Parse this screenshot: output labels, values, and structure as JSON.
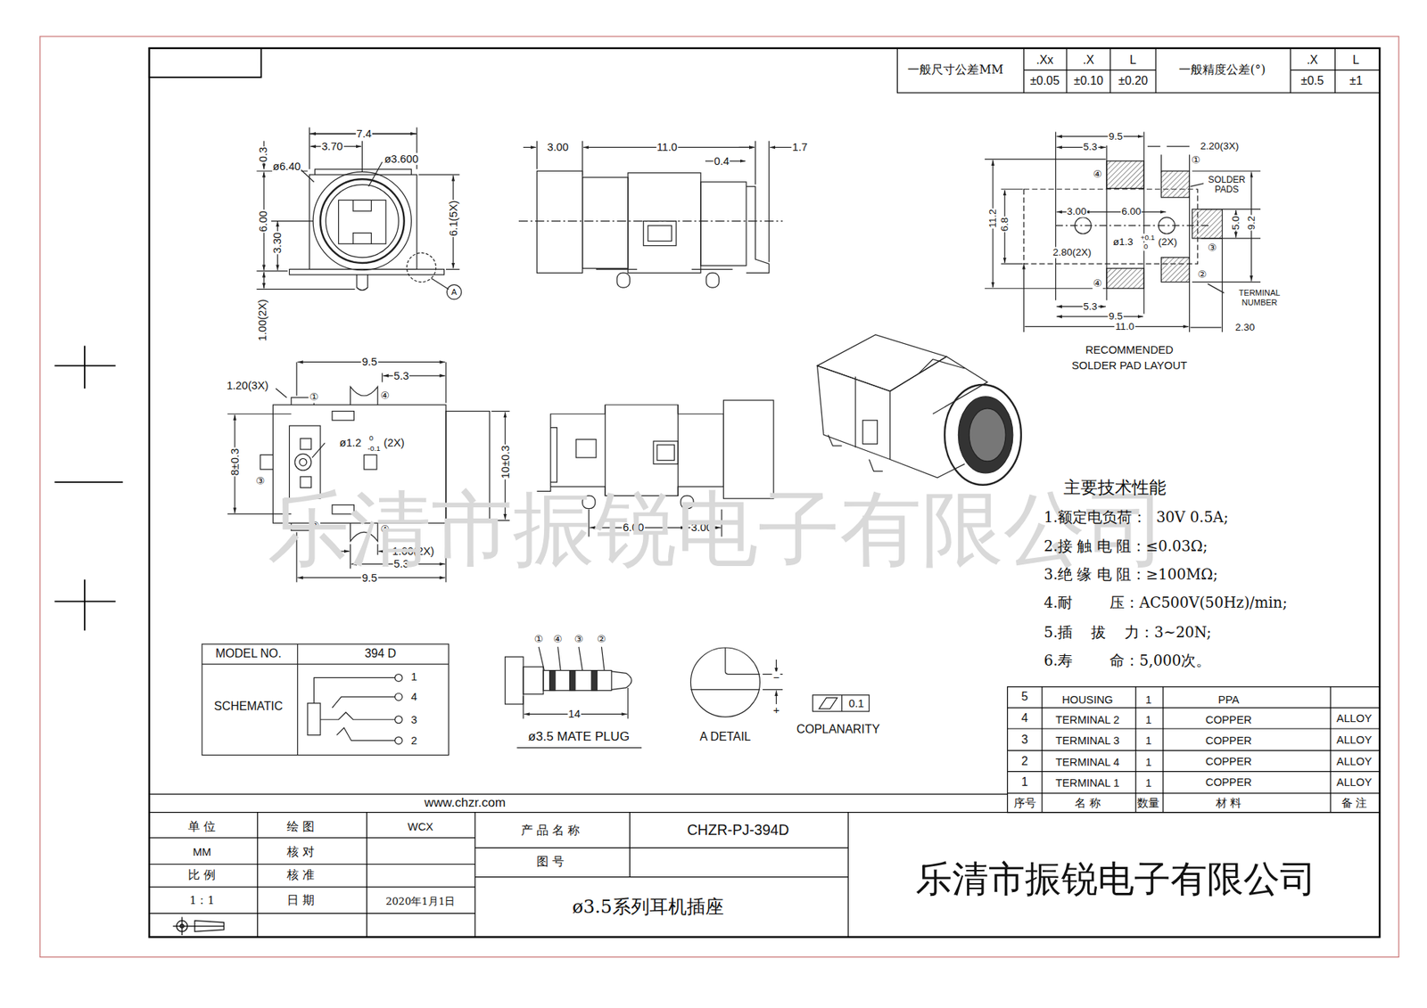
{
  "diagram": {
    "labels": [
      "一般尺寸公差MM",
      ".Xx",
      "±0.05",
      ".X",
      "±0.10",
      "L",
      "±0.20",
      "一般精度公差(°)",
      ".X",
      "±0.5",
      "L",
      "±1",
      "7.4",
      "3.70",
      "ø3.600",
      "ø6.40",
      "0.3",
      "6.00",
      "3.30",
      "6.1(5X)",
      "A",
      "1.00(2X)",
      "3.00",
      "11.0",
      "0.4",
      "1.7",
      "9.5",
      "5.3",
      "2.20(3X)",
      "①",
      "SOLDER PADS",
      "④",
      "3.00",
      "6.00",
      "ø1.3",
      "+0.1",
      "0",
      "(2X)",
      "③",
      "2.80(2X)",
      "②",
      "④",
      "TERMINAL NUMBER",
      "11.2",
      "6.8",
      "5.0",
      "9.2",
      "5.3",
      "9.5",
      "11.0",
      "2.30",
      "RECOMMENDED",
      "SOLDER PAD LAYOUT",
      "9.5",
      "5.3",
      "1.20(3X)",
      "①",
      "④",
      "ø1.2",
      "0",
      "-0.1",
      "(2X)",
      "8±0.3",
      "③",
      "10±0.3",
      "②",
      "④",
      "1.60(2X)",
      "5.3",
      "9.5",
      "6.00",
      "3.00",
      "乐清市振锐电子有限公司",
      "主要技术性能",
      "1.额定电负荷：  30V 0.5A;",
      "2.接 触 电 阻：≤0.03Ω;",
      "3.绝 缘 电 阻：≥100MΩ;",
      "4.耐        压：AC500V(50Hz)/min;",
      "5.插    拔    力：3~20N;",
      "6.寿        命：5,000次。",
      "MODEL NO.",
      "394 D",
      "SCHEMATIC",
      "1",
      "4",
      "3",
      "2",
      "①",
      "④",
      "③",
      "②",
      "14",
      "ø3.5 MATE PLUG",
      "A DETAIL",
      "−",
      "+",
      "0.1",
      "COPLANARITY",
      "5",
      "HOUSING",
      "1",
      "PPA",
      "4",
      "TERMINAL 2",
      "1",
      "COPPER",
      "ALLOY",
      "3",
      "TERMINAL 3",
      "1",
      "COPPER",
      "ALLOY",
      "2",
      "TERMINAL 4",
      "1",
      "COPPER",
      "ALLOY",
      "1",
      "TERMINAL 1",
      "1",
      "COPPER",
      "ALLOY",
      "序号",
      "名 称",
      "数量",
      "材 料",
      "备 注",
      "www.chzr.com",
      "单 位",
      "绘 图",
      "WCX",
      "MM",
      "核 对",
      "比 例",
      "核 准",
      "1：1",
      "日 期",
      "2020年1月1日",
      "产 品 名 称",
      "CHZR-PJ-394D",
      "图 号",
      "ø3.5系列耳机插座",
      "乐清市振锐电子有限公司"
    ]
  }
}
